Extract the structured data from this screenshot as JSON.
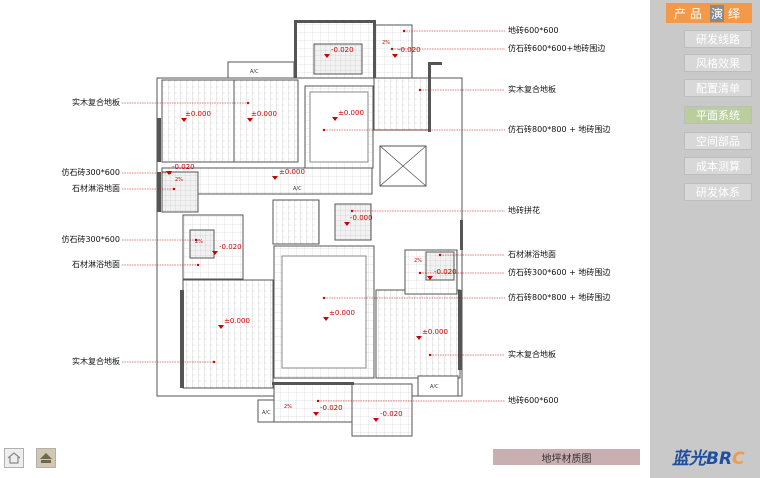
{
  "sidebar": {
    "header_a": "产",
    "header_b": "品",
    "header_hl": "演",
    "header_c": "绎",
    "items": [
      {
        "label": "研发线路"
      },
      {
        "label": "风格效果"
      },
      {
        "label": "配置清单"
      },
      {
        "label": "平面系统",
        "active": true
      },
      {
        "label": "空间部品"
      },
      {
        "label": "成本测算"
      },
      {
        "label": "研发体系"
      }
    ],
    "brand_main": "蓝光",
    "brand_br": "BR",
    "brand_c": "C"
  },
  "caption": "地坪材质图",
  "nav": {
    "home_icon": "home-icon",
    "up_icon": "up-arrow-icon"
  },
  "plan": {
    "left_labels": [
      {
        "text": "实木复合地板"
      },
      {
        "text": "仿石砖300*600"
      },
      {
        "text": "石材淋浴地面"
      },
      {
        "text": "仿石砖300*600"
      },
      {
        "text": "石材淋浴地面"
      },
      {
        "text": "实木复合地板"
      }
    ],
    "right_labels": [
      {
        "text": "地砖600*600"
      },
      {
        "text": "仿石砖600*600+地砖围边"
      },
      {
        "text": "实木复合地板"
      },
      {
        "text": "仿石砖800*800 + 地砖围边"
      },
      {
        "text": "地砖拼花"
      },
      {
        "text": "石材淋浴地面"
      },
      {
        "text": "仿石砖300*600 + 地砖围边"
      },
      {
        "text": "仿石砖800*800 + 地砖围边"
      },
      {
        "text": "实木复合地板"
      },
      {
        "text": "地砖600*600"
      }
    ],
    "levels": [
      {
        "text": "-0.020"
      },
      {
        "text": "-0.020"
      },
      {
        "text": "±0.000"
      },
      {
        "text": "±0.000"
      },
      {
        "text": "±0.000"
      },
      {
        "text": "-0.020"
      },
      {
        "text": "±0.000"
      },
      {
        "text": "-0.000"
      },
      {
        "text": "-0.020"
      },
      {
        "text": "-0.020"
      },
      {
        "text": "±0.000"
      },
      {
        "text": "±0.000"
      },
      {
        "text": "±0.000"
      },
      {
        "text": "-0.020"
      },
      {
        "text": "-0.020"
      }
    ],
    "slopes": [
      {
        "text": "2%"
      },
      {
        "text": "2%"
      },
      {
        "text": "2%"
      },
      {
        "text": "2%"
      },
      {
        "text": "2%"
      }
    ],
    "ac": [
      {
        "text": "A/C"
      },
      {
        "text": "A/C"
      },
      {
        "text": "A/C"
      },
      {
        "text": "A/C"
      }
    ],
    "colors": {
      "leader": "#cc0000",
      "wall": "#555555",
      "fill": "#dddddd"
    }
  }
}
